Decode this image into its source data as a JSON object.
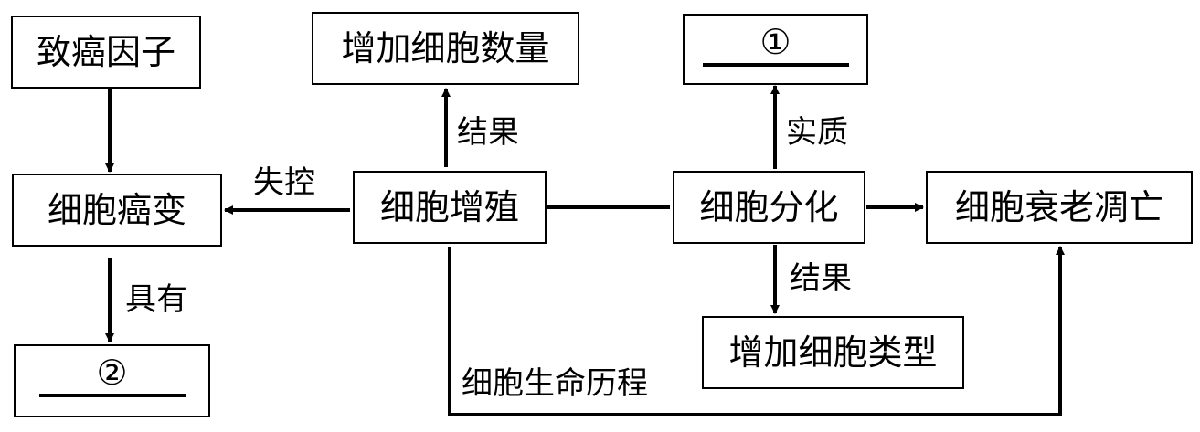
{
  "boxes": {
    "carcinogen": "致癌因子",
    "cancer": "细胞癌变",
    "blank2_symbol": "②",
    "increase_number": "增加细胞数量",
    "proliferation": "细胞增殖",
    "blank1_symbol": "①",
    "differentiation": "细胞分化",
    "aging_death": "细胞衰老凋亡",
    "increase_types": "增加细胞类型"
  },
  "labels": {
    "loss_control": "失控",
    "has": "具有",
    "result_up": "结果",
    "essence": "实质",
    "result_down": "结果",
    "life_history": "细胞生命历程"
  }
}
